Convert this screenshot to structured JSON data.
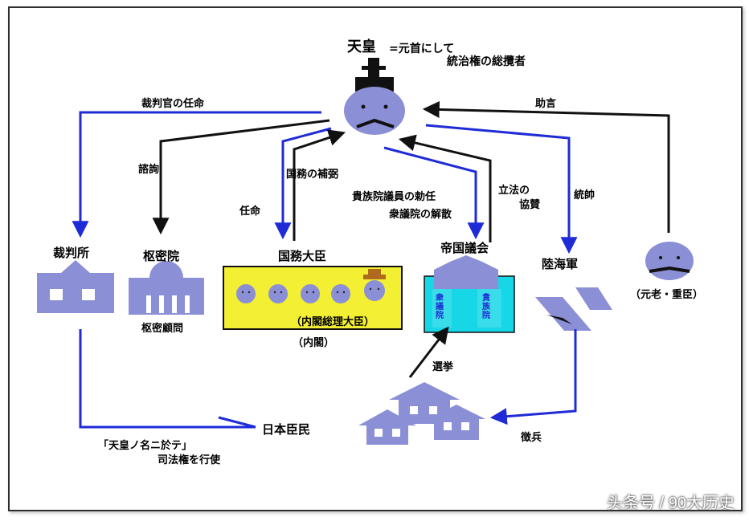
{
  "emperor": {
    "title": "天皇",
    "desc_line1": "=元首にして",
    "desc_line2": "統治権の総攬者"
  },
  "bodies": {
    "court": "裁判所",
    "privy_council": "枢密院",
    "privy_council_sub": "枢密顧問",
    "minister": "国務大臣",
    "pm": "（内閣総理大臣）",
    "cabinet": "（内閣）",
    "diet": "帝国議会",
    "lower_house": "衆議院",
    "upper_house": "貴族院",
    "military": "陸海軍",
    "elder": "（元老・重臣）",
    "people": "日本臣民"
  },
  "relations": {
    "judge_appoint": "裁判官の任命",
    "consult": "諮詢",
    "appoint": "任命",
    "assist": "国務の補弼",
    "peer_appoint": "貴族院議員の勅任",
    "dissolve": "衆議院の解散",
    "legislate_1": "立法の",
    "legislate_2": "協賛",
    "command": "統帥",
    "advice": "助言",
    "election": "選挙",
    "conscription": "徴兵",
    "judicial_1": "「天皇ノ名ニ於テ」",
    "judicial_2": "司法権を行使"
  },
  "watermark": "头条号 / 90大历史",
  "colors": {
    "blue": "#1f2bd6",
    "black": "#111111",
    "figure": "#8b8fd6",
    "cabinet_bg": "#f3ef33",
    "diet_bg": "#17d6e6"
  }
}
